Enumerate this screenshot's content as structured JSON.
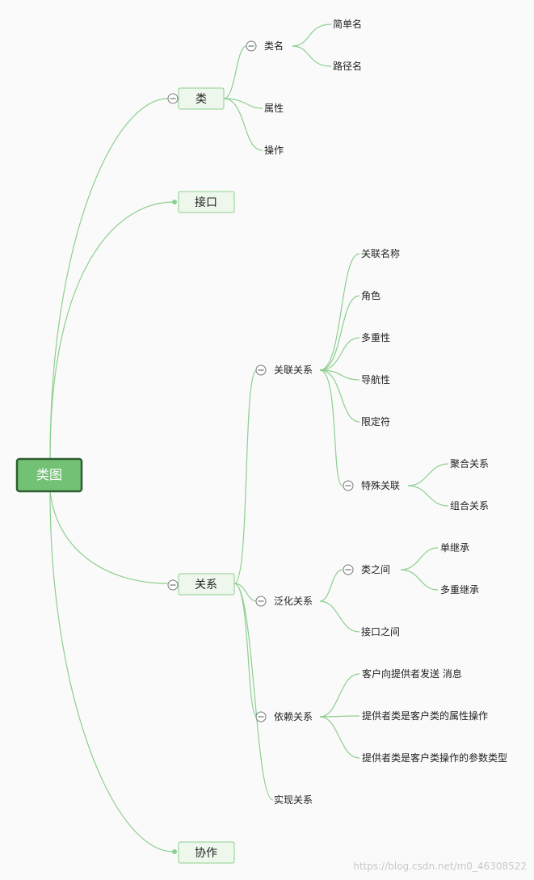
{
  "root": {
    "label": "类图"
  },
  "level1": {
    "class": "类",
    "interface": "接口",
    "relation": "关系",
    "collab": "协作"
  },
  "class_children": {
    "name": "类名",
    "simple": "简单名",
    "path": "路径名",
    "attr": "属性",
    "op": "操作"
  },
  "relation_children": {
    "assoc": "关联关系",
    "assoc_name": "关联名称",
    "role": "角色",
    "multiplicity": "多重性",
    "navigability": "导航性",
    "qualifier": "限定符",
    "special": "特殊关联",
    "aggregation": "聚合关系",
    "composition": "组合关系",
    "generalization": "泛化关系",
    "between_classes": "类之间",
    "single_inherit": "单继承",
    "multi_inherit": "多重继承",
    "between_interfaces": "接口之间",
    "dependency": "依赖关系",
    "dep1": "客户向提供者发送 消息",
    "dep2": "提供者类是客户类的属性操作",
    "dep3": "提供者类是客户类操作的参数类型",
    "realization": "实现关系"
  },
  "watermark": "https://blog.csdn.net/m0_46308522",
  "colors": {
    "edge": "#8dcf8f",
    "box_fill": "#eef7ec",
    "box_stroke": "#8dcf8f",
    "root_fill": "#72c174",
    "root_stroke": "#2f5e30"
  }
}
